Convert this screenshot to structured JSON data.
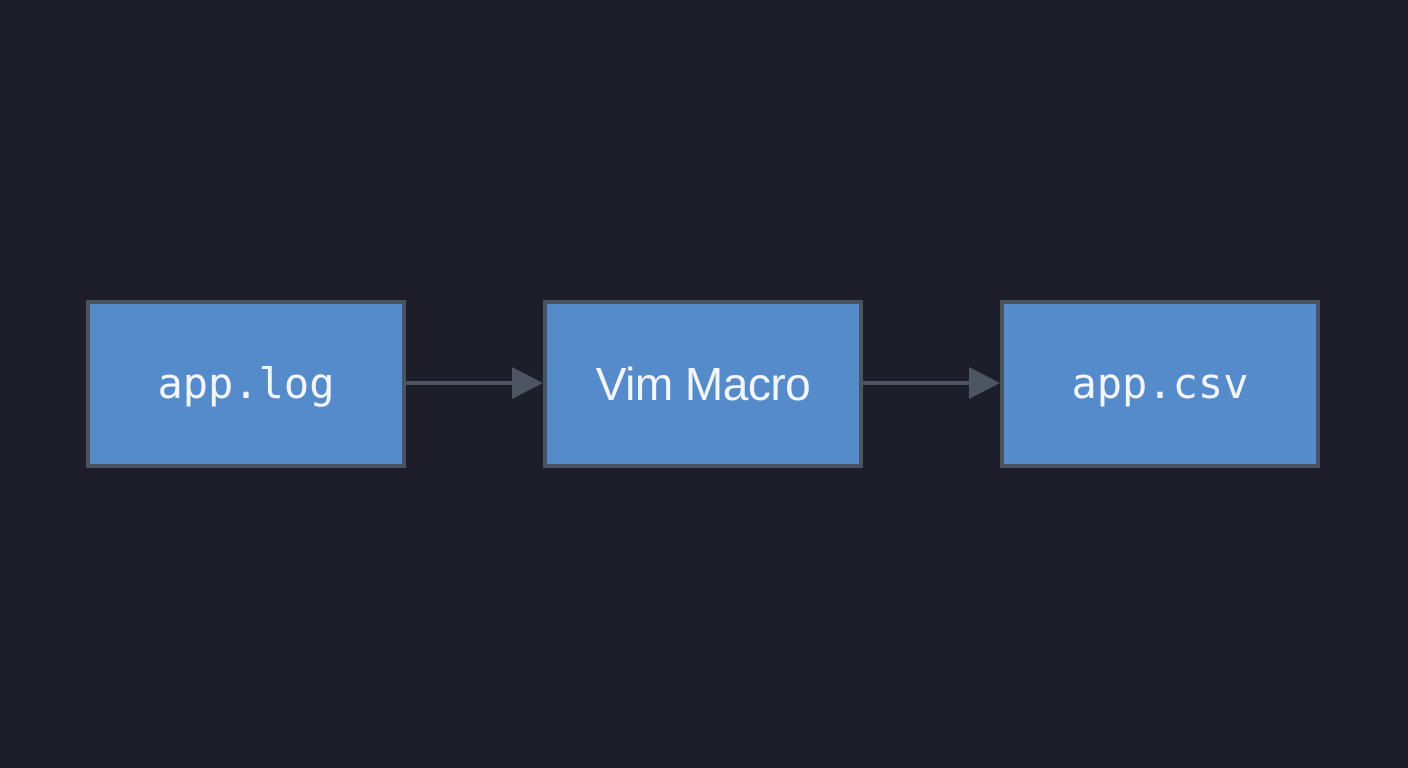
{
  "diagram": {
    "nodes": [
      {
        "id": "source",
        "label": "app.log",
        "font": "mono"
      },
      {
        "id": "process",
        "label": "Vim Macro",
        "font": "sans"
      },
      {
        "id": "output",
        "label": "app.csv",
        "font": "mono"
      }
    ],
    "edges": [
      {
        "from": "source",
        "to": "process"
      },
      {
        "from": "process",
        "to": "output"
      }
    ]
  },
  "colors": {
    "background": "#1d1e2a",
    "node_fill": "#568bcb",
    "node_border": "#4a5360",
    "node_text": "#f2f5fa",
    "arrow": "#4c5561"
  }
}
